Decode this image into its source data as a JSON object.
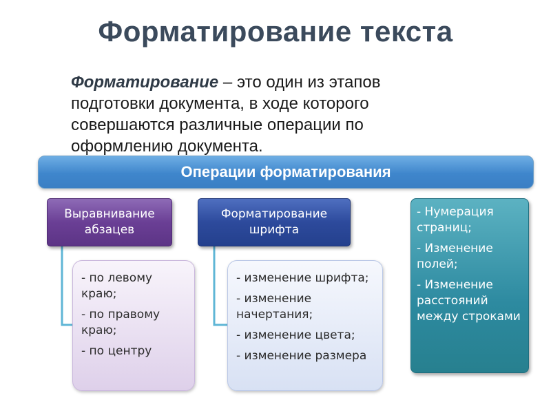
{
  "title": "Форматирование текста",
  "definition": {
    "term": "Форматирование",
    "text": " – это один из этапов подготовки документа, в ходе которого совершаются различные операции по оформлению документа."
  },
  "banner": "Операции форматирования",
  "groups": [
    {
      "heading": "Выравнивание абзацев",
      "items": [
        "- по левому краю;",
        "- по правому краю;",
        "- по центру"
      ]
    },
    {
      "heading": "Форматирование шрифта",
      "items": [
        "- изменение шрифта;",
        "- изменение начертания;",
        "- изменение цвета;",
        "- изменение размера"
      ]
    },
    {
      "heading": "",
      "items": [
        "-  Нумерация страниц;",
        "-  Изменение полей;",
        "-  Изменение расстояний между строками"
      ]
    }
  ],
  "colors": {
    "banner": "#3f86cc",
    "group1_heading": "#6a3f95",
    "group2_heading": "#2d4a9c",
    "group3_box": "#2d8aa0",
    "connector": "#5fb6d6"
  }
}
